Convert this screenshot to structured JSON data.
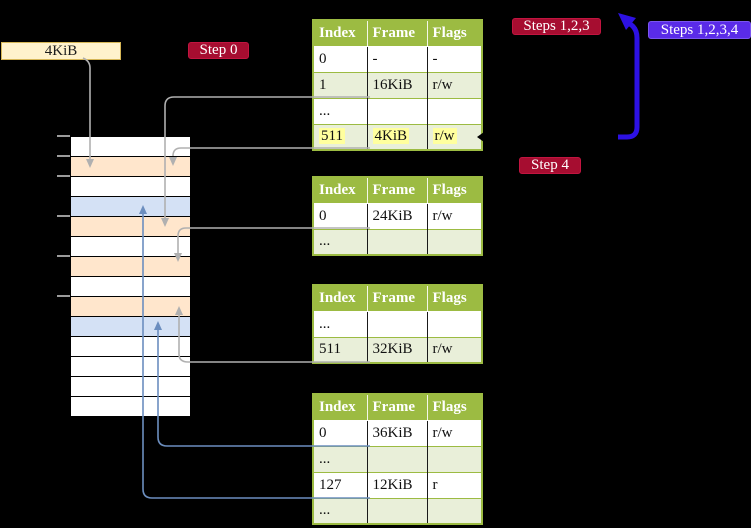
{
  "colors": {
    "bg": "#000000",
    "table_header_bg": "#9cbb42",
    "table_row_alt_bg": "#e9efd9",
    "highlight_bg": "#ffff9e",
    "frame_box_bg": "#fff2cc",
    "frame_box_border": "#d6b656",
    "mem_pagetable_bg": "#ffe6cc",
    "mem_mapped_bg": "#d4e1f5",
    "badge_red_bg": "#a60d30",
    "badge_blue_bg": "#5a2be8",
    "arrow_gray": "#b0b0b0",
    "arrow_steel": "#6c8ebf",
    "arrow_blue": "#2d11e3"
  },
  "legend": {
    "frame_size_label": "4KiB"
  },
  "badges": {
    "step0": "Step 0",
    "steps123": "Steps 1,2,3",
    "steps1234": "Steps 1,2,3,4",
    "step4": "Step 4"
  },
  "tables": [
    {
      "headers": [
        "Index",
        "Frame",
        "Flags"
      ],
      "rows": [
        {
          "cells": [
            "0",
            "-",
            "-"
          ]
        },
        {
          "cells": [
            "1",
            "16KiB",
            "r/w"
          ]
        },
        {
          "cells": [
            "...",
            "",
            ""
          ]
        },
        {
          "cells": [
            "511",
            "4KiB",
            "r/w"
          ],
          "highlighted": true
        }
      ]
    },
    {
      "headers": [
        "Index",
        "Frame",
        "Flags"
      ],
      "rows": [
        {
          "cells": [
            "0",
            "24KiB",
            "r/w"
          ]
        },
        {
          "cells": [
            "...",
            "",
            ""
          ]
        }
      ]
    },
    {
      "headers": [
        "Index",
        "Frame",
        "Flags"
      ],
      "rows": [
        {
          "cells": [
            "...",
            "",
            ""
          ]
        },
        {
          "cells": [
            "511",
            "32KiB",
            "r/w"
          ]
        }
      ]
    },
    {
      "headers": [
        "Index",
        "Frame",
        "Flags"
      ],
      "rows": [
        {
          "cells": [
            "0",
            "36KiB",
            "r/w"
          ]
        },
        {
          "cells": [
            "...",
            "",
            ""
          ]
        },
        {
          "cells": [
            "127",
            "12KiB",
            "r"
          ]
        },
        {
          "cells": [
            "...",
            "",
            ""
          ]
        }
      ]
    }
  ],
  "memory": {
    "rows": [
      "plain",
      "pagetable",
      "plain",
      "mapped",
      "pagetable",
      "plain",
      "pagetable",
      "plain",
      "pagetable",
      "mapped",
      "plain",
      "plain",
      "plain",
      "plain"
    ]
  }
}
